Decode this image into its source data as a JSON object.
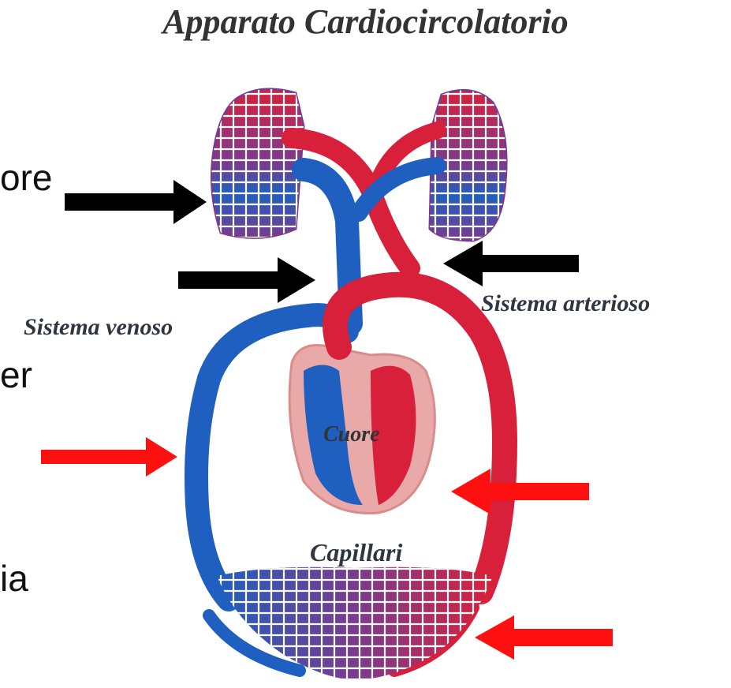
{
  "title": "Apparato  Cardiocircolatorio",
  "side_text": [
    "ore",
    "er",
    "ia"
  ],
  "labels": {
    "venous": "Sistema venoso",
    "arterial": "Sistema arterioso",
    "heart": "Cuore",
    "capillaries": "Capillari"
  },
  "colors": {
    "arterial": "#d9203a",
    "venous": "#1f5fbf",
    "mixed": "#7a3b8f",
    "heart_bg": "#e9a9a9",
    "arrow_black": "#000000",
    "arrow_red": "#ff1010"
  }
}
